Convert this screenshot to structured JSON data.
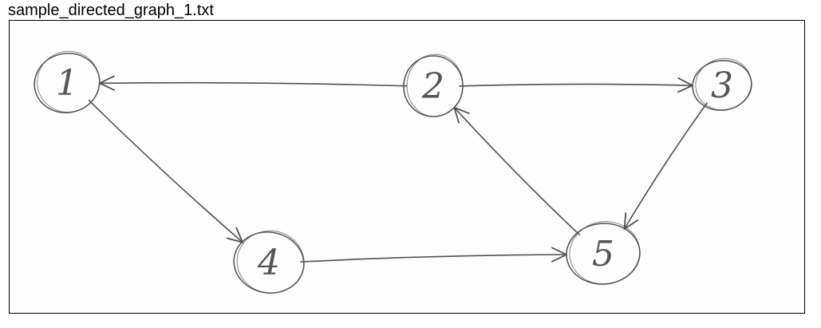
{
  "file_title": "sample_directed_graph_1.txt",
  "graph": {
    "stroke_color": "#505050",
    "nodes": [
      {
        "id": "1",
        "label": "1"
      },
      {
        "id": "2",
        "label": "2"
      },
      {
        "id": "3",
        "label": "3"
      },
      {
        "id": "4",
        "label": "4"
      },
      {
        "id": "5",
        "label": "5"
      }
    ],
    "edges": [
      {
        "from": "2",
        "to": "1"
      },
      {
        "from": "2",
        "to": "3"
      },
      {
        "from": "1",
        "to": "4"
      },
      {
        "from": "4",
        "to": "5"
      },
      {
        "from": "3",
        "to": "5"
      },
      {
        "from": "5",
        "to": "2"
      }
    ]
  }
}
